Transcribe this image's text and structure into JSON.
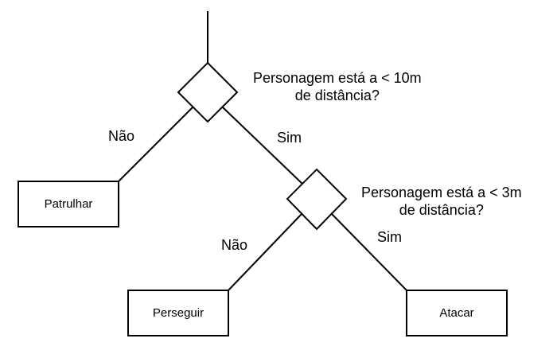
{
  "decisions": [
    {
      "id": "d1",
      "line1": "Personagem está a < 10m",
      "line2": "de distância?"
    },
    {
      "id": "d2",
      "line1": "Personagem está a < 3m",
      "line2": "de distância?"
    }
  ],
  "edges": {
    "d1_no": "Não",
    "d1_yes": "Sim",
    "d2_no": "Não",
    "d2_yes": "Sim"
  },
  "actions": {
    "patrulhar": "Patrulhar",
    "perseguir": "Perseguir",
    "atacar": "Atacar"
  },
  "colors": {
    "stroke": "#000000",
    "background": "#ffffff"
  }
}
